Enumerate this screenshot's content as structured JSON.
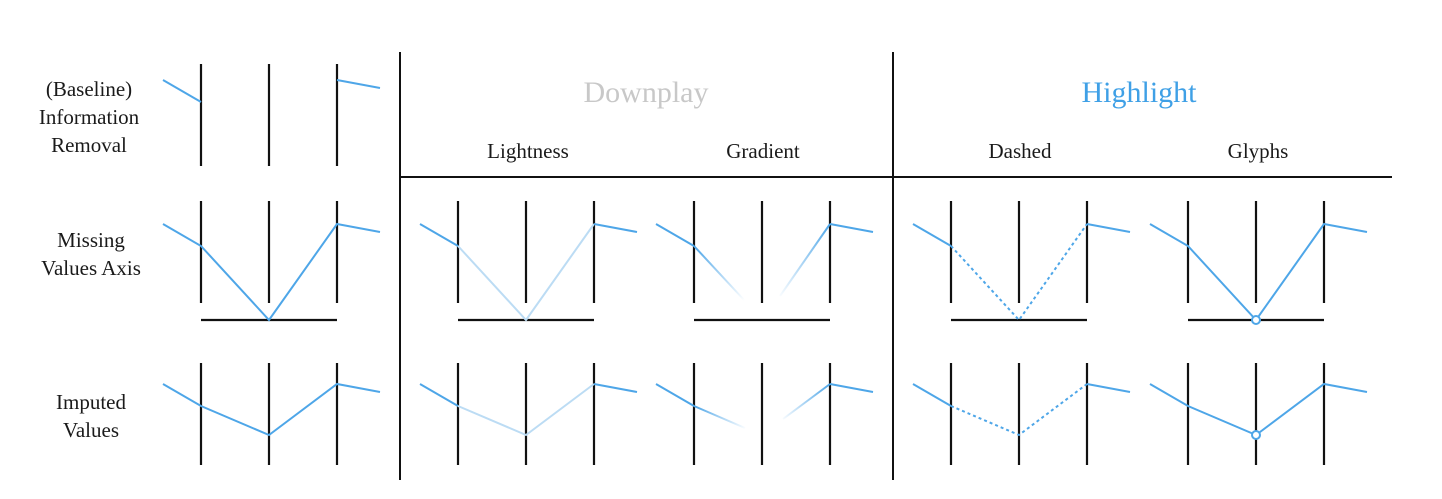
{
  "row_labels": [
    {
      "id": "baseline",
      "lines": [
        "(Baseline)",
        "Information",
        "Removal"
      ]
    },
    {
      "id": "missing-axis",
      "lines": [
        "Missing",
        "Values Axis"
      ]
    },
    {
      "id": "imputed",
      "lines": [
        "Imputed",
        "Values"
      ]
    }
  ],
  "groups": [
    {
      "id": "downplay",
      "title": "Downplay",
      "color": "#c8c8c8",
      "columns": [
        {
          "id": "lightness",
          "label": "Lightness"
        },
        {
          "id": "gradient",
          "label": "Gradient"
        }
      ]
    },
    {
      "id": "highlight",
      "title": "Highlight",
      "color": "#3fa0e6",
      "columns": [
        {
          "id": "dashed",
          "label": "Dashed"
        },
        {
          "id": "glyphs",
          "label": "Glyphs"
        }
      ]
    }
  ],
  "colors": {
    "line": "#4ea6e8",
    "line_light": "#bcdcf4",
    "axis": "#111111",
    "frame": "#111111",
    "glyph_fill": "#ffffff"
  }
}
